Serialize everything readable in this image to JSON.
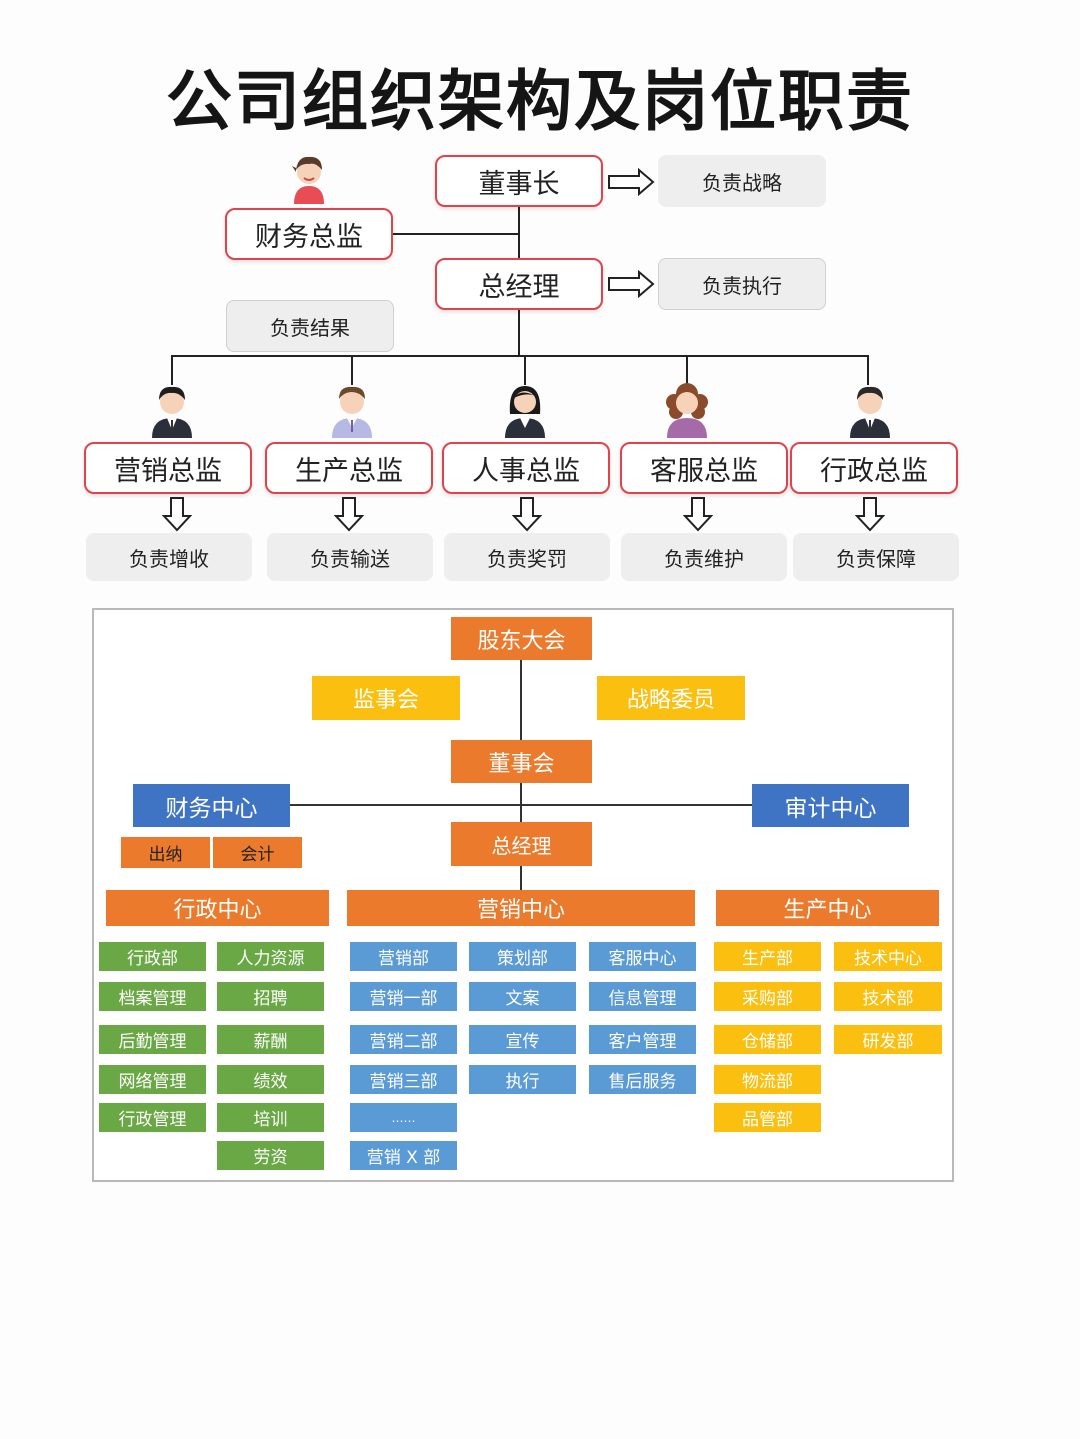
{
  "title": "公司组织架构及岗位职责",
  "top_chart": {
    "chairman": "董事长",
    "chairman_duty": "负责战略",
    "cfo": "财务总监",
    "gm": "总经理",
    "gm_duty": "负责执行",
    "cfo_duty": "负责结果",
    "directors": [
      {
        "title": "营销总监",
        "duty": "负责增收"
      },
      {
        "title": "生产总监",
        "duty": "负责输送"
      },
      {
        "title": "人事总监",
        "duty": "负责奖罚"
      },
      {
        "title": "客服总监",
        "duty": "负责维护"
      },
      {
        "title": "行政总监",
        "duty": "负责保障"
      }
    ]
  },
  "bottom_chart": {
    "shareholders": "股东大会",
    "supervisors": "监事会",
    "strategy": "战略委员",
    "board": "董事会",
    "finance_center": "财务中心",
    "audit_center": "审计中心",
    "cashier": "出纳",
    "accounting": "会计",
    "gm": "总经理",
    "admin_center": "行政中心",
    "marketing_center": "营销中心",
    "production_center": "生产中心",
    "admin_col1": [
      "行政部",
      "档案管理",
      "后勤管理",
      "网络管理",
      "行政管理"
    ],
    "admin_col2": [
      "人力资源",
      "招聘",
      "薪酬",
      "绩效",
      "培训",
      "劳资"
    ],
    "mkt_col1": [
      "营销部",
      "营销一部",
      "营销二部",
      "营销三部",
      "……",
      "营销 X 部"
    ],
    "mkt_col2": [
      "策划部",
      "文案",
      "宣传",
      "执行"
    ],
    "mkt_col3": [
      "客服中心",
      "信息管理",
      "客户管理",
      "售后服务"
    ],
    "prod_col1": [
      "生产部",
      "采购部",
      "仓储部",
      "物流部",
      "品管部"
    ],
    "prod_col2": [
      "技术中心",
      "技术部",
      "研发部"
    ]
  },
  "colors": {
    "red_border": "#e0434b",
    "orange": "#ec7a2d",
    "yellow": "#fbbf10",
    "blue": "#3f74c4",
    "light_blue": "#5b9bd5",
    "green": "#6aa845"
  }
}
